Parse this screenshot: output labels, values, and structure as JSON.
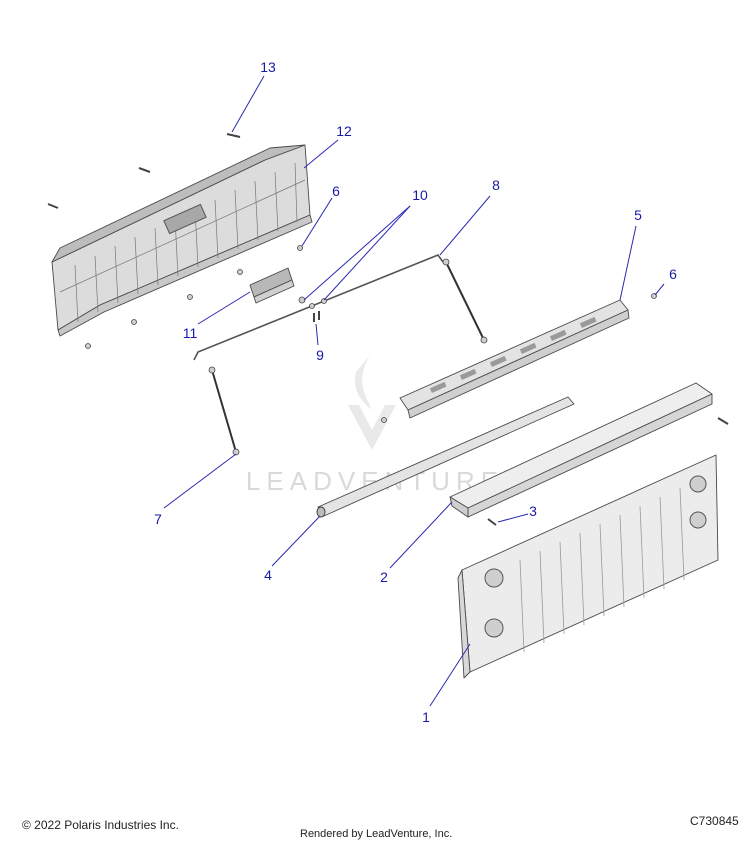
{
  "callouts": [
    "1",
    "2",
    "3",
    "4",
    "5",
    "6",
    "6",
    "7",
    "8",
    "9",
    "10",
    "11",
    "12",
    "13"
  ],
  "watermark": "LEADVENTURE",
  "footer": {
    "copyright": "© 2022 Polaris Industries Inc.",
    "rendered_by": "Rendered by LeadVenture, Inc.",
    "diagram_code": "C730845"
  },
  "colors": {
    "callout": "#1a1aa8",
    "part_fill": "#e6e6e6",
    "part_stroke": "#4a4a4a"
  }
}
